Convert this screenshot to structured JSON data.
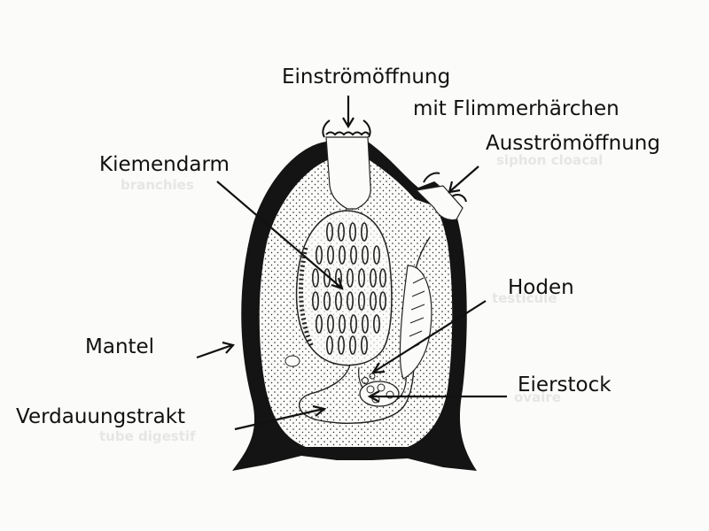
{
  "labels": {
    "inflow": "Einströmöffnung",
    "cilia": "mit Flimmerhärchen",
    "outflow": "Ausströmöffnung",
    "gill_gut": "Kiemendarm",
    "testes": "Hoden",
    "mantle": "Mantel",
    "ovary": "Eierstock",
    "digestive": "Verdauungstrakt"
  },
  "faint_labels": {
    "branchies": "branchies",
    "siphon": "siphon cloacal",
    "testicule": "testicule",
    "ovaire": "ovaire",
    "tube": "tube digestif"
  },
  "colors": {
    "ink": "#111111",
    "paper": "#fbfbf9",
    "faint": "#e6e6e6"
  }
}
